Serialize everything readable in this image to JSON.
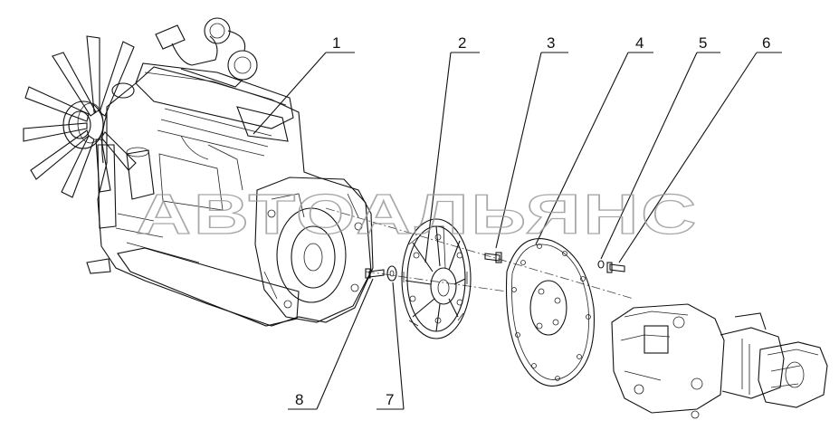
{
  "diagram": {
    "callouts": [
      {
        "number": "1"
      },
      {
        "number": "2"
      },
      {
        "number": "3"
      },
      {
        "number": "4"
      },
      {
        "number": "5"
      },
      {
        "number": "6"
      },
      {
        "number": "7"
      },
      {
        "number": "8"
      }
    ],
    "watermark": "АВТОАЛЬЯНС"
  }
}
